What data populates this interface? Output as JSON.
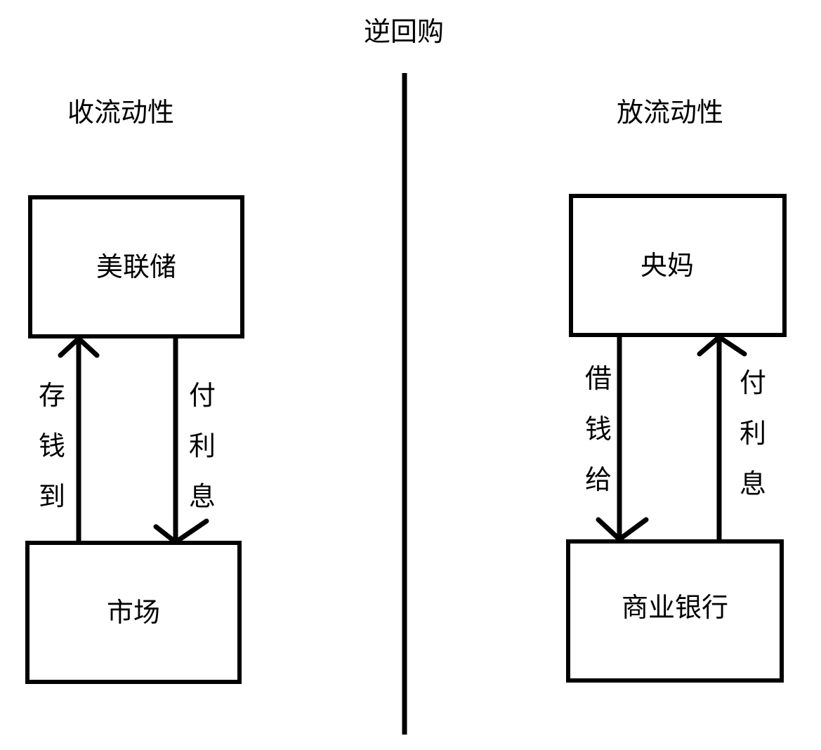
{
  "title": "逆回购",
  "left": {
    "heading": "收流动性",
    "top_box": "美联储",
    "bottom_box": "市场",
    "up_arrow_label": [
      "存",
      "钱",
      "到"
    ],
    "down_arrow_label": [
      "付",
      "利",
      "息"
    ]
  },
  "right": {
    "heading": "放流动性",
    "top_box": "央妈",
    "bottom_box": "商业银行",
    "down_arrow_label": [
      "借",
      "钱",
      "给"
    ],
    "up_arrow_label": [
      "付",
      "利",
      "息"
    ]
  },
  "colors": {
    "stroke": "#000000",
    "background": "#ffffff"
  }
}
